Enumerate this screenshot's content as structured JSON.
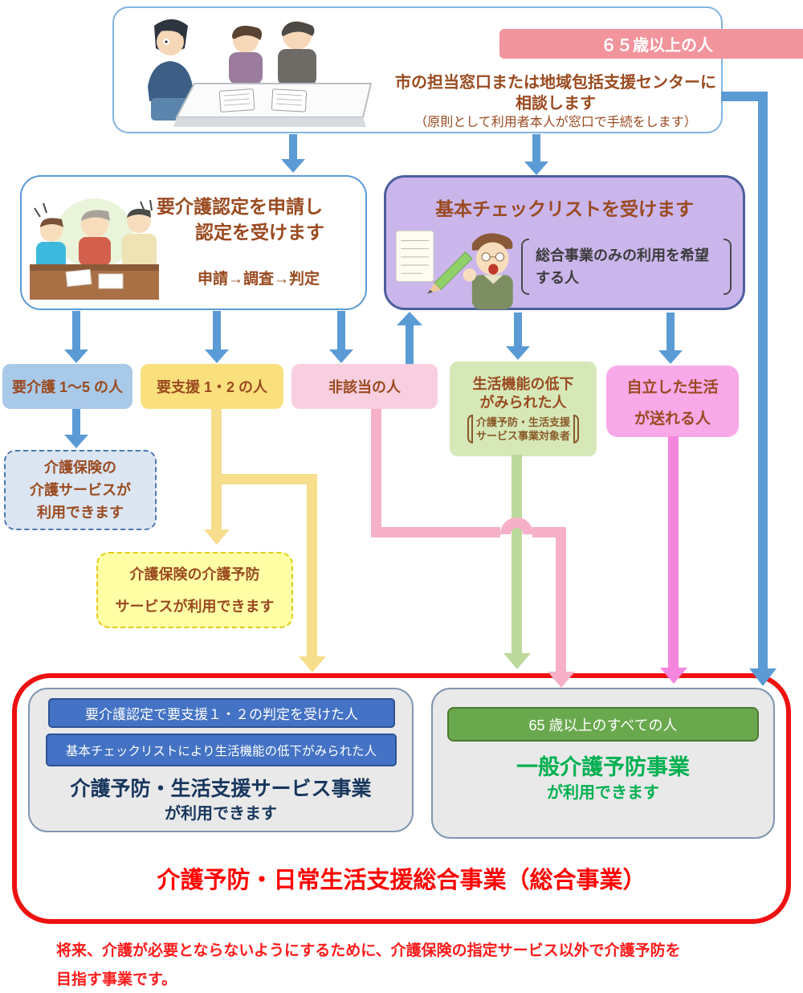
{
  "top_box": {
    "badge": "６５歳以上の人",
    "line1": "市の担当窓口または地域包括支援センターに",
    "line2": "相談します",
    "line3": "（原則として利用者本人が窓口で手続をします）"
  },
  "apply_box": {
    "title_line1": "要介護認定を申請し",
    "title_line2": "認定を受けます",
    "steps": "申請→調査→判定"
  },
  "checklist_box": {
    "title": "基本チェックリストを受けます",
    "note_line1": "総合事業のみの利用を希望",
    "note_line2": "する人"
  },
  "categories": {
    "care": "要介護 1～5 の人",
    "support": "要支援 1・2 の人",
    "not_eligible": "非該当の人",
    "decline_line1": "生活機能の低下",
    "decline_line2": "がみられた人",
    "decline_note1": "介護予防・生活支援",
    "decline_note2": "サービス事業対象者",
    "independent_line1": "自立した生活",
    "independent_line2": "が送れる人"
  },
  "results": {
    "care_insurance_line1": "介護保険の",
    "care_insurance_line2": "介護サービスが",
    "care_insurance_line3": "利用できます",
    "prevention_line1": "介護保険の介護予防",
    "prevention_line2": "サービスが利用できます"
  },
  "sogo_box": {
    "left_bar1": "要介護認定で要支援１・２の判定を受けた人",
    "left_bar2": "基本チェックリストにより生活機能の低下がみられた人",
    "left_title": "介護予防・生活支援サービス事業",
    "left_sub": "が利用できます",
    "right_bar": "65 歳以上のすべての人",
    "right_title": "一般介護予防事業",
    "right_sub": "が利用できます",
    "caption": "介護予防・日常生活支援総合事業（総合事業）"
  },
  "footer": {
    "line1": "将来、介護が必要とならないようにするために、介護保険の指定サービス以外で介護予防を",
    "line2": "目指す事業です。"
  },
  "icons": {
    "consult_illustration": "counter-consultation-scene",
    "apply_illustration": "family-meeting-scene",
    "checklist_illustration": "senior-with-pencil-checklist"
  },
  "colors": {
    "arrow_blue": "#5b9bd5",
    "line_yellow": "#f6de8d",
    "line_pink": "#f6b1c9",
    "line_green": "#bcd99c",
    "line_magenta": "#f585dd",
    "frame_red": "#ee1111",
    "text_brown": "#9a4a20",
    "text_navy": "#17365d",
    "text_green": "#00a650",
    "badge_pink": "#f2949c",
    "box_purple": "#cbb6ec",
    "cat_blue": "#a9c9e8",
    "cat_yellow": "#fadf7d",
    "cat_pink": "#f8cfe0",
    "cat_green": "#d6e8b8",
    "cat_magenta": "#f8a9e8",
    "bar_blue": "#4472c4",
    "bar_green": "#6aa84e"
  }
}
